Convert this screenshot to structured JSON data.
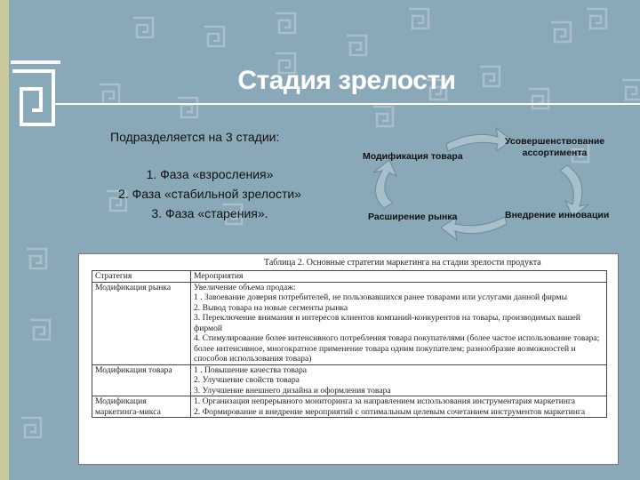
{
  "title": "Стадия зрелости",
  "intro": "Подразделяется на 3 стадии:",
  "phases": [
    "1. Фаза «взросления»",
    "2. Фаза «стабильной зрелости»",
    "3. Фаза «старения»."
  ],
  "cycle": {
    "top_left": "Модификация товара",
    "top_right": "Усовершенствование ассортимента",
    "bottom_left": "Расширение рынка",
    "bottom_right": "Внедрение инновации"
  },
  "table": {
    "caption": "Таблица 2. Основные стратегии маркетинга на стадии зрелости продукта",
    "headers": [
      "Стратегия",
      "Мероприятия"
    ],
    "rows": [
      {
        "strategy": "Модификация рынка",
        "measures": [
          "Увеличение объема продаж:",
          "1 . Завоевание доверия потребителей, не пользовавшихся ранее товарами или услугами данной фирмы",
          "2. Вывод товара на новые сегменты рынка",
          "3. Переключение внимания и интересов клиентов компаний-конкурентов на товары, производимых вашей фирмой",
          "4. Стимулирование более интенсивного потребления товара покупателями (более частое использование товара; более интенсивное, многократное применение товара одним покупателем; разнообразие возможностей и способов использования товара)"
        ]
      },
      {
        "strategy": "Модификация товара",
        "measures": [
          "1 . Повышение качества товара",
          "2. Улучшение свойств товара",
          "3. Улучшение внешнего дизайна и оформления товара"
        ]
      },
      {
        "strategy": "Модификация маркетинга-микса",
        "measures": [
          "1. Организация непрерывного мониторинга за направлением использования инструментария маркетинга",
          "2. Формирование и внедрение мероприятий с оптимальным целевым сочетанием инструментов маркетинга"
        ]
      }
    ]
  },
  "colors": {
    "background": "#8aa9b8",
    "accent_bar": "#c9c99c",
    "title": "#ffffff",
    "arrow": "#a8c0cc"
  }
}
